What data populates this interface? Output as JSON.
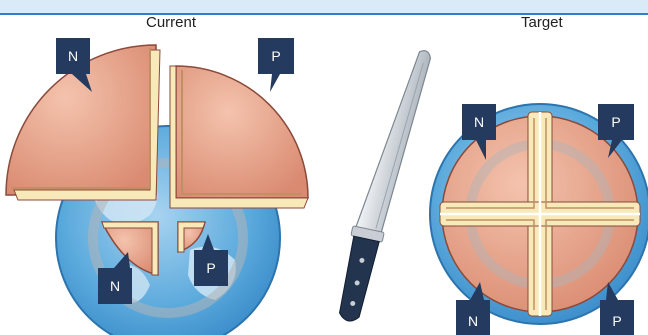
{
  "captions": {
    "current": "Current",
    "target": "Target"
  },
  "tags": {
    "n": "N",
    "p": "P"
  },
  "colors": {
    "tag": "#243a5e",
    "melon_skin": "#e79f86",
    "melon_rind": "#f7eab8",
    "globe_ocean": "#5aa9dc",
    "globe_land": "#c9e0ef",
    "accent_rule": "#2f7fc9",
    "knife_blade": "#d8dde3",
    "knife_handle": "#23344f"
  }
}
